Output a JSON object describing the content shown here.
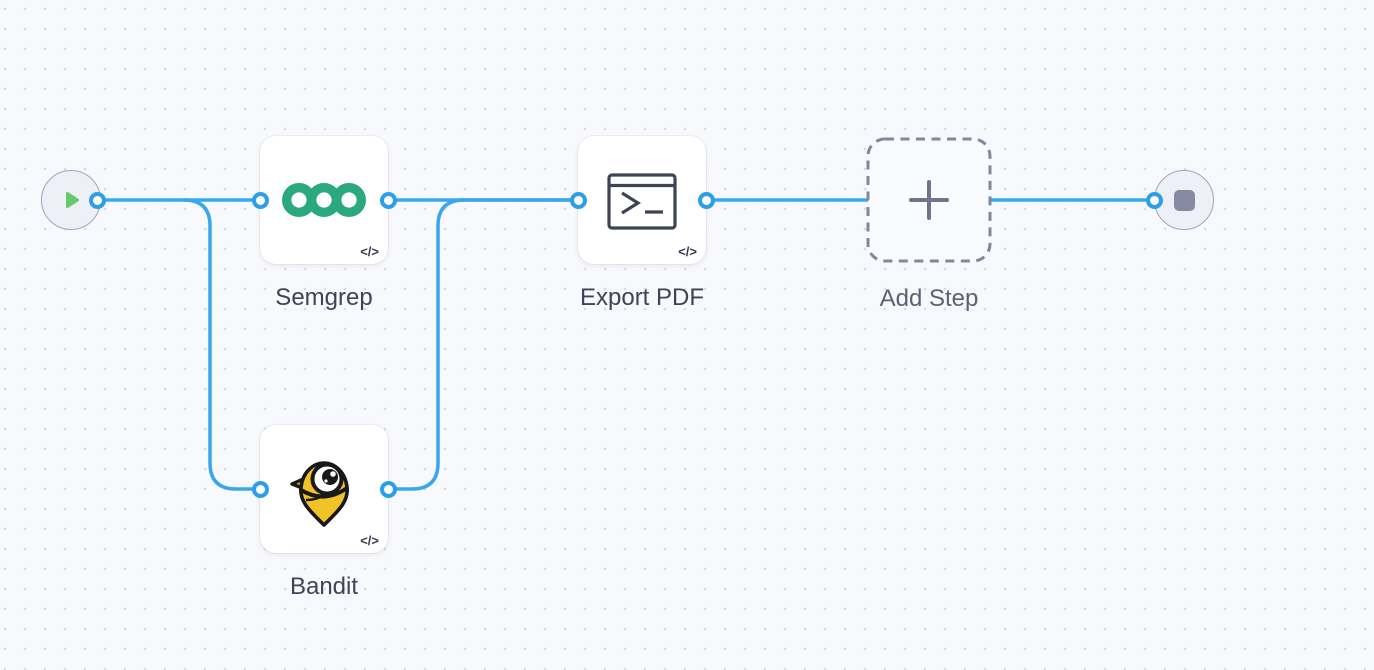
{
  "canvas": {
    "background_color": "#f8f9fc",
    "dot_color": "#d9dbe4",
    "edge_color": "#38a7ec",
    "port_ring_color": "#2d9fe9"
  },
  "icons": {
    "code_badge_glyph": "</>"
  },
  "nodes": {
    "start": {
      "icon": "play-icon",
      "play_color": "#66c96b"
    },
    "semgrep": {
      "label": "Semgrep",
      "icon": "semgrep-logo",
      "logo_color": "#2aa87e"
    },
    "bandit": {
      "label": "Bandit",
      "icon": "bandit-logo",
      "logo_color": "#f2c328"
    },
    "export_pdf": {
      "label": "Export PDF",
      "icon": "terminal-icon",
      "icon_color": "#3e4454"
    },
    "add_step": {
      "label": "Add Step",
      "icon": "plus-icon",
      "style": "dashed-placeholder"
    },
    "end": {
      "icon": "stop-icon",
      "stop_color": "#878ba1"
    }
  },
  "connections": [
    {
      "from": "start",
      "to": "semgrep"
    },
    {
      "from": "start",
      "to": "bandit"
    },
    {
      "from": "semgrep",
      "to": "export-pdf"
    },
    {
      "from": "bandit",
      "to": "export-pdf"
    },
    {
      "from": "export-pdf",
      "to": "end"
    }
  ]
}
